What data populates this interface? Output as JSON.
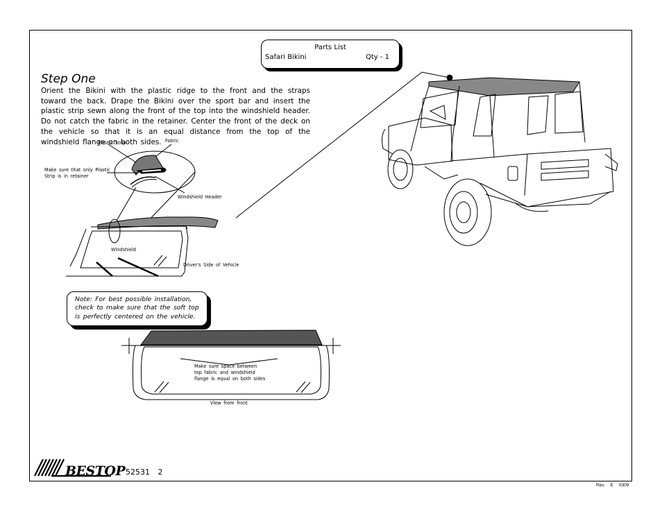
{
  "parts_list": {
    "title": "Parts  List",
    "item": "Safari  Bikini",
    "qty": "Qty  -  1"
  },
  "step": {
    "title": "Step  One",
    "text": "Orient the Bikini with the plastic ridge to the front and the straps toward the back. Drape the Bikini over the sport bar and insert the plastic strip sewn along the front of the top into the windshield header. Do not catch the fabric in the retainer. Center the front of the deck on the vehicle so that it is an equal distance from the top of the windshield flange on both sides."
  },
  "detail_labels": {
    "plastic_strip": "Plastic  Strip",
    "fabric": "Fabric",
    "retainer_note_line1": "Make  sure  that  only  Plastic",
    "retainer_note_line2": "Strip  is  in  retainer",
    "windshield_header": "Windshield  Header",
    "windshield": "Windshield",
    "drivers_side": "Driver's  Side  of  Vehicle"
  },
  "note": {
    "text": "Note:  For  best  possible  installation, check  to  make  sure  that  the  soft  top  is perfectly  centered  on  the  vehicle."
  },
  "front_view": {
    "spacing_line1": "Make  sure  space  between",
    "spacing_line2": "top  fabric  and  windshield",
    "spacing_line3": "flange  is  equal  on  both  sides",
    "caption": "View  from  front"
  },
  "footer": {
    "logo": "BESTOP",
    "part_number": "52531",
    "page_number": "2",
    "revision": "Rev. E",
    "date_code": "0309"
  }
}
